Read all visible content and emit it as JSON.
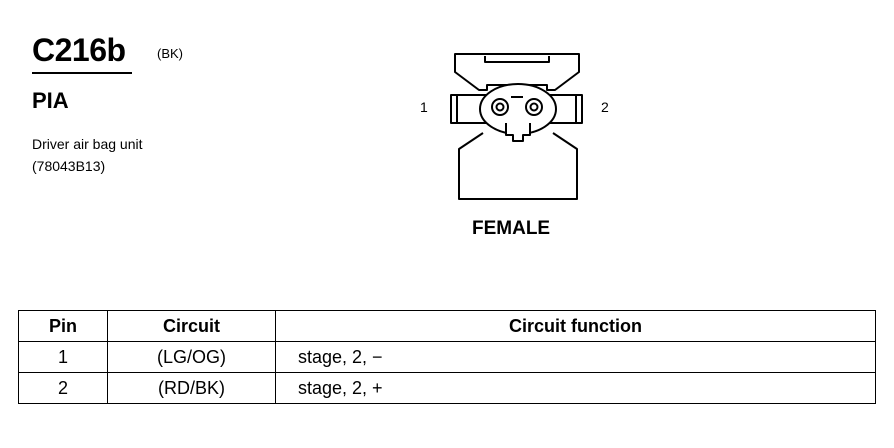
{
  "header": {
    "connector_id": "C216b",
    "connector_color": "(BK)",
    "system_code": "PIA",
    "description_line1": "Driver air bag unit",
    "description_line2": "(78043B13)"
  },
  "diagram": {
    "pin_label_1": "1",
    "pin_label_2": "2",
    "gender": "FEMALE"
  },
  "table": {
    "headers": [
      "Pin",
      "Circuit",
      "Circuit function"
    ],
    "rows": [
      {
        "pin": "1",
        "circuit": "(LG/OG)",
        "function": "stage, 2, −"
      },
      {
        "pin": "2",
        "circuit": "(RD/BK)",
        "function": "stage, 2, +"
      }
    ]
  }
}
